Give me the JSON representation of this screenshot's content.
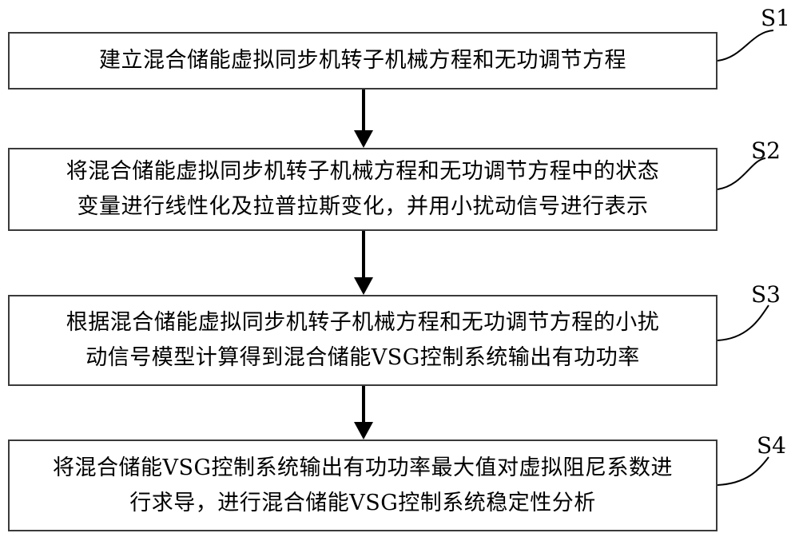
{
  "steps": [
    {
      "label": "S1",
      "line1": "建立混合储能虚拟同步机转子机械方程和无功调节方程",
      "line2": ""
    },
    {
      "label": "S2",
      "line1": "将混合储能虚拟同步机转子机械方程和无功调节方程中的状态",
      "line2": "变量进行线性化及拉普拉斯变化，并用小扰动信号进行表示"
    },
    {
      "label": "S3",
      "line1": "根据混合储能虚拟同步机转子机械方程和无功调节方程的小扰",
      "line2": "动信号模型计算得到混合储能VSG控制系统输出有功功率"
    },
    {
      "label": "S4",
      "line1": "将混合储能VSG控制系统输出有功功率最大值对虚拟阻尼系数进",
      "line2": "行求导，进行混合储能VSG控制系统稳定性分析"
    }
  ]
}
